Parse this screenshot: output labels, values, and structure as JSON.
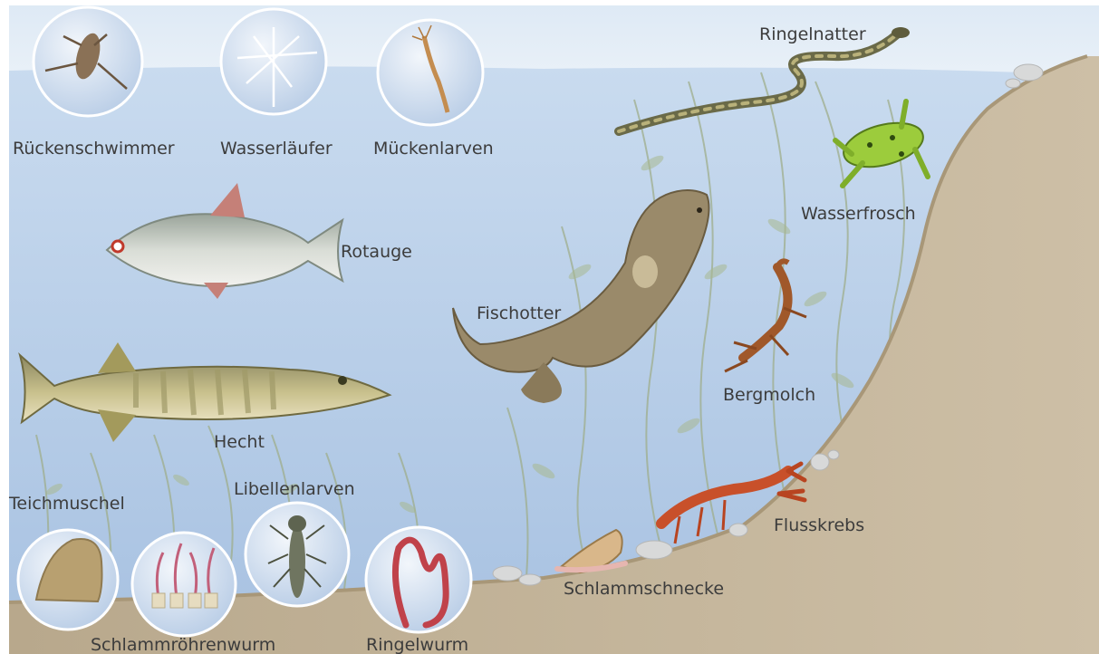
{
  "labels": {
    "rueckenschwimmer": "Rückenschwimmer",
    "wasserlaeufer": "Wasserläufer",
    "mueckenlarven": "Mückenlarven",
    "ringelnatter": "Ringelnatter",
    "wasserfrosch": "Wasserfrosch",
    "rotauge": "Rotauge",
    "fischotter": "Fischotter",
    "bergmolch": "Bergmolch",
    "hecht": "Hecht",
    "teichmuschel": "Teichmuschel",
    "libellenlarven": "Libellenlarven",
    "flusskrebs": "Flusskrebs",
    "schlammschnecke": "Schlammschnecke",
    "schlammroehrenwurm": "Schlammröhrenwurm",
    "ringelwurm": "Ringelwurm"
  },
  "colors": {
    "sky": "#e3edf6",
    "water_top": "#c7d9ee",
    "water_bottom": "#a9c3e2",
    "bank": "#c4b49a",
    "bank_shadow": "#a99a80",
    "label": "#3c3c3c"
  }
}
